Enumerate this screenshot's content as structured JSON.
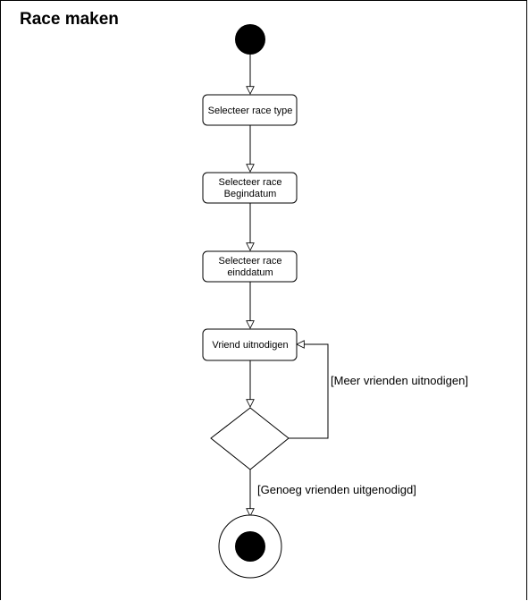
{
  "diagram": {
    "title": "Race maken",
    "actions": {
      "select_type": [
        "Selecteer race type"
      ],
      "select_start": [
        "Selecteer race",
        "Begindatum"
      ],
      "select_end": [
        "Selecteer race",
        "einddatum"
      ],
      "invite_friend": [
        "Vriend uitnodigen"
      ]
    },
    "guards": {
      "more_friends": "[Meer vrienden uitnodigen]",
      "enough_friends": "[Genoeg vrienden uitgenodigd]"
    }
  }
}
